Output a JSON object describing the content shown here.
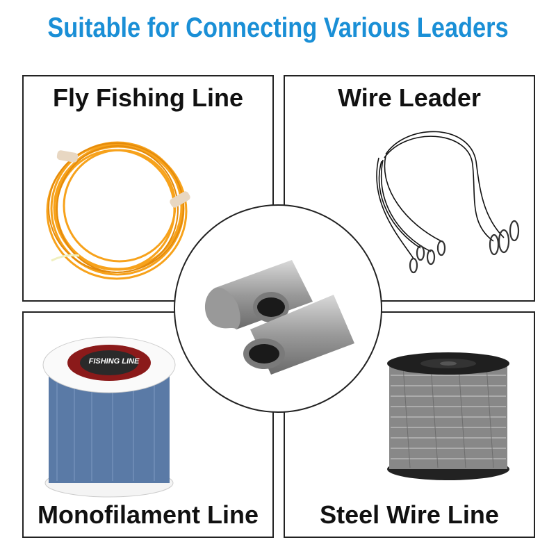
{
  "header": {
    "title": "Suitable for Connecting Various Leaders"
  },
  "panels": {
    "fly": {
      "label": "Fly Fishing Line"
    },
    "wire": {
      "label": "Wire Leader"
    },
    "mono": {
      "label": "Monofilament Line",
      "spool_text": "FISHING LINE"
    },
    "steel": {
      "label": "Steel Wire Line"
    }
  },
  "colors": {
    "title": "#1a8fd6",
    "fly_line": "#f7a21b",
    "mono_line": "#5a7aa6"
  }
}
